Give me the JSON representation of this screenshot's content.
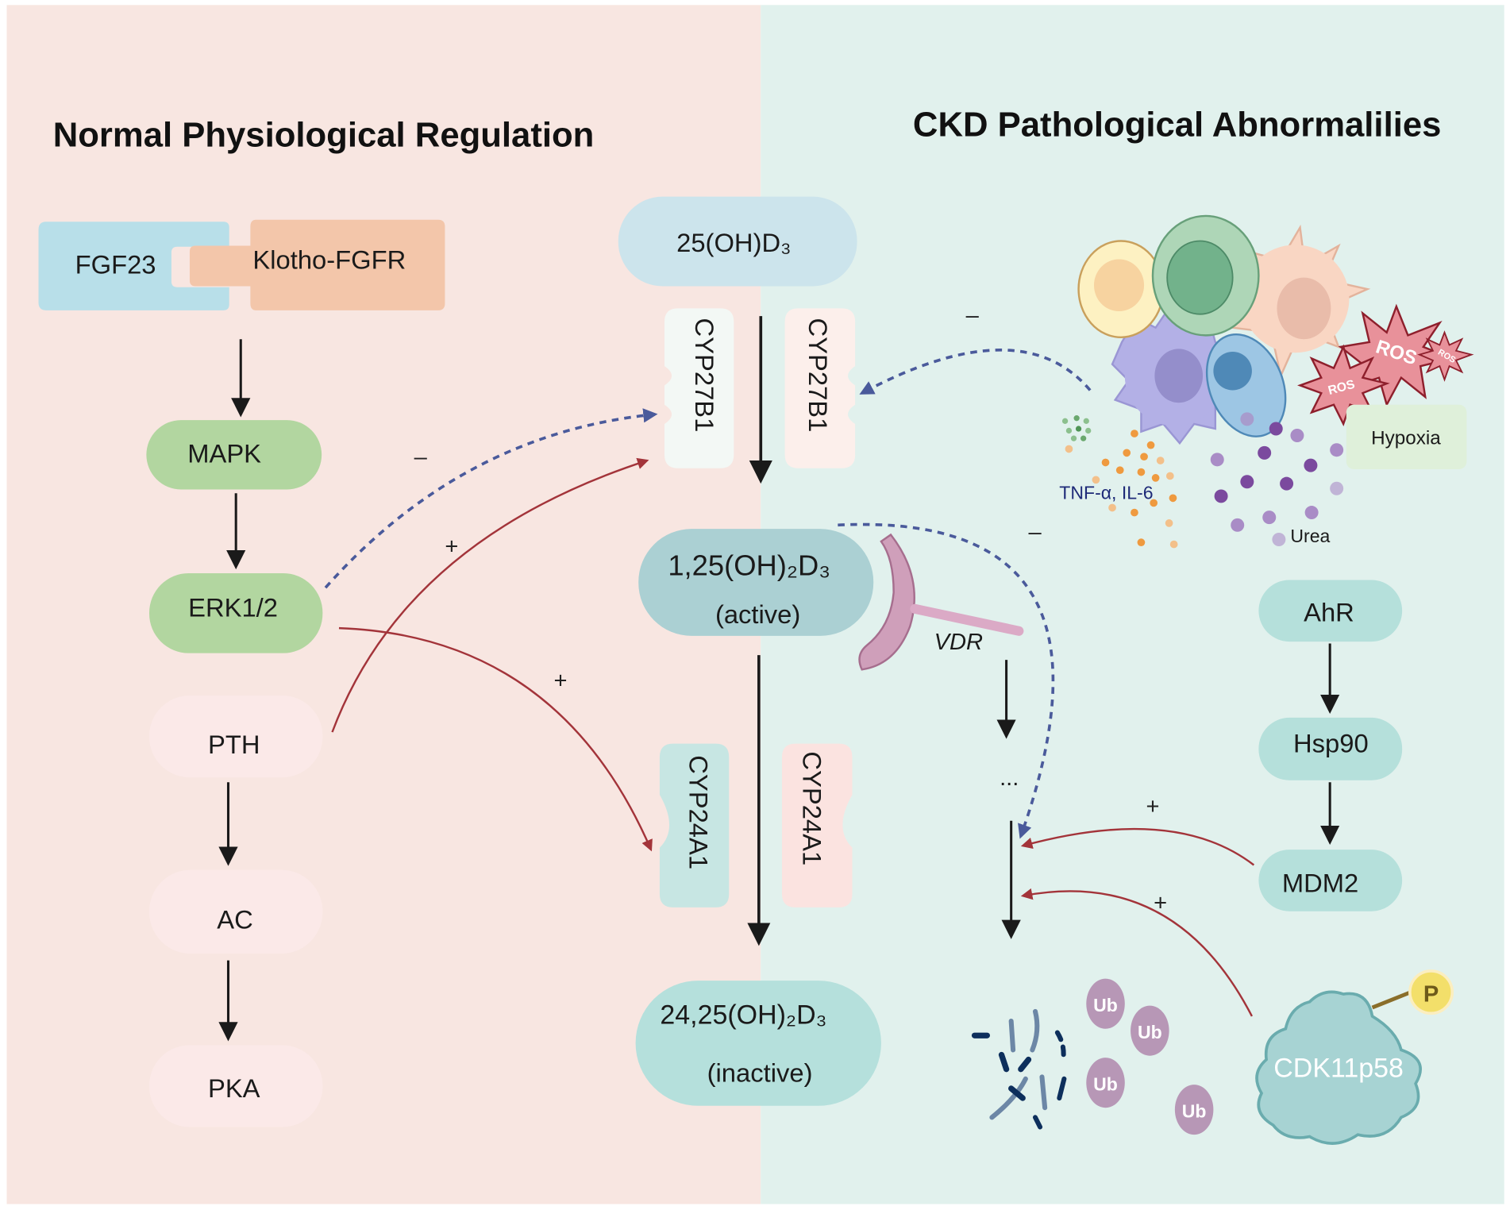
{
  "titles": {
    "left": "Normal Physiological Regulation",
    "right": "CKD Pathological Abnormalilies"
  },
  "left_pathway": {
    "fgf23": "FGF23",
    "klotho": "Klotho-FGFR",
    "mapk": "MAPK",
    "erk": "ERK1/2",
    "pth": "PTH",
    "ac": "AC",
    "pka": "PKA"
  },
  "center": {
    "d25": "25(OH)D₃",
    "cyp27b1_left": "CYP27B1",
    "cyp27b1_right": "CYP27B1",
    "d125": "1,25(OH)₂D₃",
    "d125_state": "(active)",
    "vdr": "VDR",
    "cyp24a1_left": "CYP24A1",
    "cyp24a1_right": "CYP24A1",
    "d2425": "24,25(OH)₂D₃",
    "d2425_state": "(inactive)"
  },
  "right_pathway": {
    "ellipsis": "...",
    "ahr": "AhR",
    "hsp90": "Hsp90",
    "mdm2": "MDM2",
    "cdk": "CDK11p58",
    "phospho": "P",
    "ub": [
      "Ub",
      "Ub",
      "Ub",
      "Ub"
    ],
    "cytokines": "TNF-α, IL-6",
    "urea": "Urea",
    "hypoxia": "Hypoxia",
    "ros": [
      "ROS",
      "ROS",
      "ROS"
    ]
  },
  "signs": {
    "minus_erk": "–",
    "plus_pth_cyp27": "+",
    "plus_erk_cyp24": "+",
    "minus_ckd_cyp27": "–",
    "minus_d125": "–",
    "plus_mdm2": "+",
    "plus_cdk": "+"
  },
  "colors": {
    "left_bg": "#f8e6e1",
    "right_bg": "#e1f1ed",
    "inhibit_dashed": "#4a5a9b",
    "activate_red": "#a3343a"
  }
}
